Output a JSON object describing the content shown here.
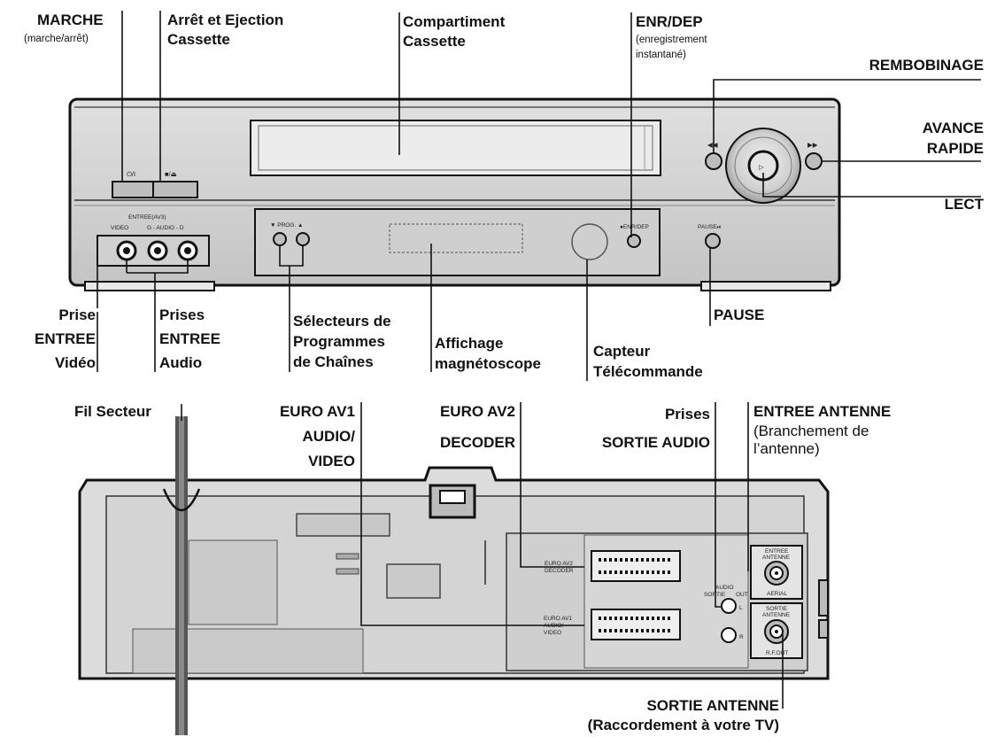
{
  "front_labels": {
    "marche": "MARCHE",
    "marche_sub": "(marche/arrêt)",
    "arret_1": "Arrêt et Ejection",
    "arret_2": "Cassette",
    "compart_1": "Compartiment",
    "compart_2": "Cassette",
    "enr": "ENR/DEP",
    "enr_sub_1": "(enregistrement",
    "enr_sub_2": "instantané)",
    "rembobinage": "REMBOBINAGE",
    "avance_1": "AVANCE",
    "avance_2": "RAPIDE",
    "lect": "LECT",
    "prise_1": "Prise",
    "prise_2": "ENTREE",
    "prise_3": "Vidéo",
    "prises_audio_1": "Prises",
    "prises_audio_2": "ENTREE",
    "prises_audio_3": "Audio",
    "selecteurs_1": "Sélecteurs de",
    "selecteurs_2": "Programmes",
    "selecteurs_3": "de Chaînes",
    "affichage_1": "Affichage",
    "affichage_2": "magnétoscope",
    "capteur_1": "Capteur",
    "capteur_2": "Télécommande",
    "pause": "PAUSE"
  },
  "rear_labels": {
    "fil": "Fil Secteur",
    "euro1_1": "EURO AV1",
    "euro1_2": "AUDIO/",
    "euro1_3": "VIDEO",
    "euro2_1": "EURO AV2",
    "euro2_2": "DECODER",
    "sortie_audio_1": "Prises",
    "sortie_audio_2": "SORTIE AUDIO",
    "entree_ant_1": "ENTREE ANTENNE",
    "entree_ant_2": "(Branchement de",
    "entree_ant_3": "l’antenne)",
    "sortie_ant_1": "SORTIE ANTENNE",
    "sortie_ant_2": "(Raccordement à votre TV)"
  },
  "panel_text": {
    "power_symbol": "⏻/I",
    "stop_eject": "■/⏏",
    "entree_av3": "ENTREE(AV3)",
    "video": "VIDEO",
    "g_audio_d": "G - AUDIO - D",
    "prog": "▼ PROG. ▲",
    "enr_dep": "●ENR/DEP",
    "pause_btn": "PAUSE⏯",
    "rew": "◀◀",
    "ff": "▶▶",
    "play": "▷"
  },
  "rear_panel_text": {
    "euro_av2_1": "EURO AV2",
    "euro_av2_2": "DECODER",
    "euro_av1_1": "EURO AV1",
    "euro_av1_2": "AUDIO/",
    "euro_av1_3": "VIDEO",
    "audio": "AUDIO",
    "sortie": "SORTIE",
    "out": "OUT",
    "l": "L",
    "r": "R",
    "entree_antenne_1": "ENTREE",
    "entree_antenne_2": "ANTENNE",
    "aerial": "AERIAL",
    "sortie_antenne_1": "SORTIE",
    "sortie_antenne_2": "ANTENNE",
    "rf_out": "R.F.OUT"
  },
  "colors": {
    "body": "#d4d4d4",
    "panel": "#c6c6c6",
    "outline": "#111111",
    "button": "#bdbdbd"
  }
}
